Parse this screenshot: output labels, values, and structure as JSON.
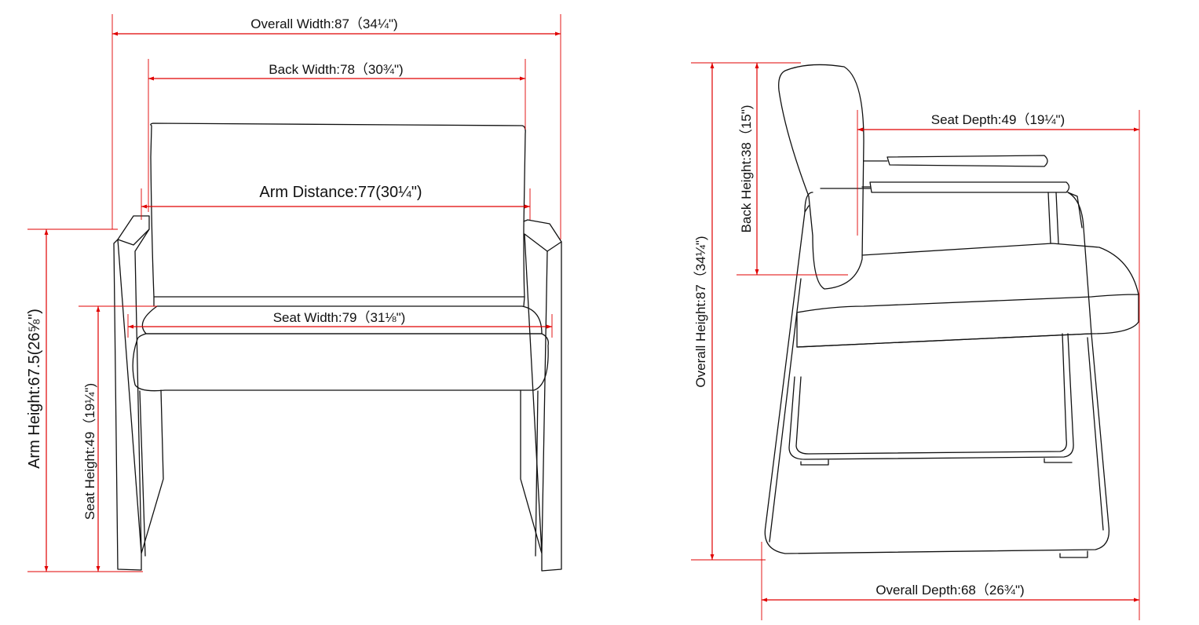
{
  "front_view": {
    "overall_width": "Overall Width:87（34¼\")",
    "back_width": "Back Width:78（30¾\")",
    "arm_distance": "Arm Distance:77(30¼\")",
    "seat_width": "Seat Width:79（31⅛\")",
    "arm_height": "Arm Height:67.5(26⅝\")",
    "seat_height": "Seat Height:49（19¼\")"
  },
  "side_view": {
    "overall_height": "Overall Height:87（34¼\")",
    "back_height": "Back Height:38（15\")",
    "seat_depth": "Seat Depth:49（19¼\")",
    "overall_depth": "Overall Depth:68（26¾\")"
  },
  "colors": {
    "dimension": "#e00000",
    "outline": "#111111"
  }
}
